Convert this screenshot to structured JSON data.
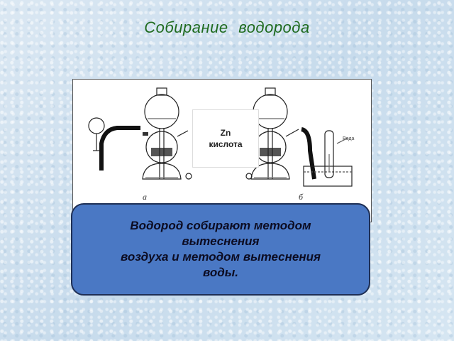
{
  "title": "Собирание   водорода",
  "figure": {
    "reagents": [
      "Zn",
      "кислота"
    ],
    "labels": {
      "left": "а",
      "right": "б"
    },
    "water_label": "Вода"
  },
  "caption": "Водород собирают методом\nвытеснения\nвоздуха и методом вытеснения\nводы.",
  "colors": {
    "title": "#1f6b1f",
    "caption_bg": "#4a78c4",
    "caption_border": "#1e2f55"
  }
}
